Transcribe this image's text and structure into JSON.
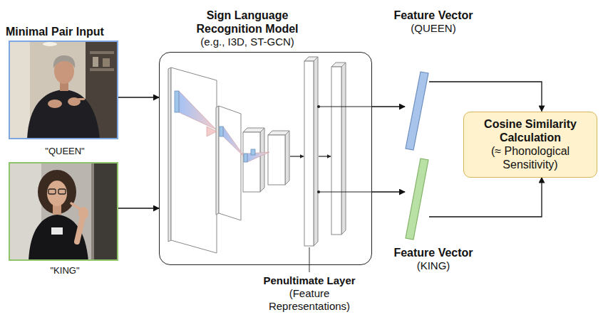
{
  "diagram": {
    "nodes": [
      {
        "text": [
          "\"QUEEN\""
        ]
      },
      {
        "text": [
          "\"KING\""
        ]
      },
      {
        "text": [
          "Sign Language Recognition Model",
          "(e.g., I3D, ST-GCN)"
        ]
      },
      {
        "text": [
          "Feature Vector",
          "(QUEEN)"
        ]
      },
      {
        "text": [
          "Feature Vector",
          "(KING)"
        ]
      },
      {
        "text": [
          "Cosine Similarity Calculation",
          "(≈ Phonological Sensitivity)"
        ]
      }
    ],
    "edges": [
      {
        "from": 0,
        "to": 2,
        "arrow": "to"
      },
      {
        "from": 1,
        "to": 2,
        "arrow": "to"
      },
      {
        "from": 2,
        "to": 3,
        "arrow": "to"
      },
      {
        "from": 2,
        "to": 4,
        "arrow": "to"
      },
      {
        "from": 3,
        "to": 5,
        "arrow": "to"
      },
      {
        "from": 4,
        "to": 5,
        "arrow": "to"
      }
    ],
    "labels": [
      "Minimal Pair Input",
      "Penultimate Layer",
      "(Feature Representations)"
    ]
  }
}
